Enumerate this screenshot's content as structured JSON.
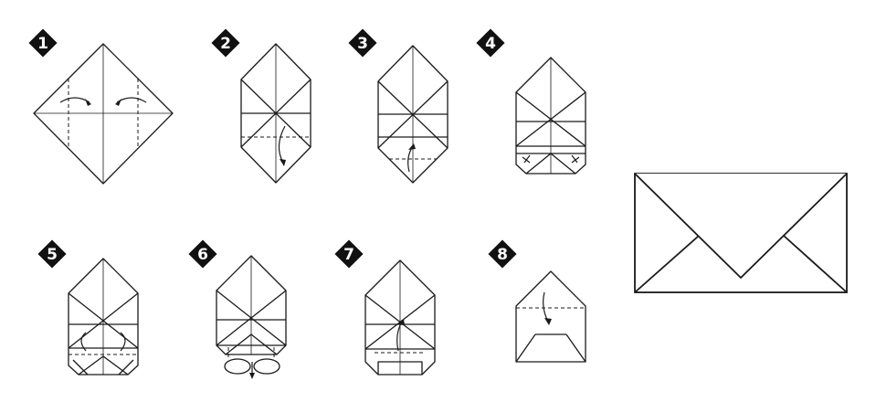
{
  "colors": {
    "ink": "#1a1a1a",
    "badge_fill": "#111111",
    "badge_text": "#ffffff",
    "paper": "#ffffff"
  },
  "steps": [
    {
      "label": "1"
    },
    {
      "label": "2"
    },
    {
      "label": "3"
    },
    {
      "label": "4"
    },
    {
      "label": "5"
    },
    {
      "label": "6"
    },
    {
      "label": "7"
    },
    {
      "label": "8"
    }
  ]
}
